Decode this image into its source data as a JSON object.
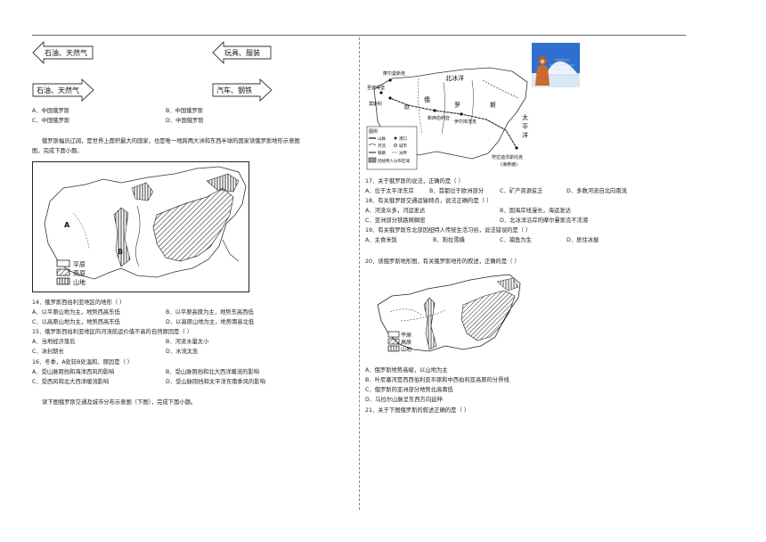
{
  "left": {
    "arrows": {
      "a1": "石油、天然气",
      "a2": "玩具、服装",
      "a3": "石油、天然气",
      "a4": "汽车、钢铁"
    },
    "q13_options": {
      "A": "A．中国俄罗斯",
      "B": "B．中国俄罗斯",
      "C": "C．中国俄罗斯",
      "D": "D．中国俄罗斯"
    },
    "intro1": {
      "line1": "俄罗斯幅员辽阔，是世界上面积最大的国家，也是唯一地跨两大洲和东西半球的国家读俄罗斯地形示意图",
      "line2": "图，完成下面小题。"
    },
    "map1": {
      "label_a": "A",
      "label_b": "B",
      "legend": [
        "平原",
        "高原",
        "山地"
      ]
    },
    "q14": {
      "stem": "14．俄罗斯西伯利亚地区的地形（          ）",
      "A": "A．以平原山地为主，地势西高东低",
      "B": "B．以平原高原为主，地势东高西低",
      "C": "C．以高原山地为主，地势西高东低",
      "D": "D．以高原山地为主，地势南高北低"
    },
    "q15": {
      "stem": "15．俄罗斯西伯利亚地区的河流航运价值不高的自然原因是（          ）",
      "A": "A．当地经济落后",
      "B": "B．河流水量太小",
      "C": "C．冰封期长",
      "D": "D．水流太急"
    },
    "q16": {
      "stem": "16．冬季，A处较B处温和，原因是（          ）",
      "A": "A．受山脉阻挡和海洋西风的影响",
      "B": "B．受山脉阻挡和北大西洋暖流的影响",
      "C": "C．受西风和北大西洋暖流影响",
      "D": "D．受山脉阻挡和太平洋东南季风的影响"
    },
    "intro2": "读下图俄罗斯交通及城市分布示意图（下图），完成下面小题。"
  },
  "right": {
    "map2": {
      "murmansk": "摩尔曼斯克",
      "petersburg": "圣彼得堡",
      "moscow": "莫斯科",
      "novosibirsk": "新西伯利亚",
      "irkutsk": "伊尔库茨克",
      "vladivostok": "符拉迪沃斯托克",
      "vladivostok_note": "(海参崴)",
      "sea": "北冰洋",
      "ocean": [
        "太",
        "平",
        "洋"
      ],
      "eurasia": "欧",
      "russia": [
        "俄",
        "罗",
        "斯"
      ],
      "legend_title": "图例",
      "legend": [
        "山脉",
        "港口",
        "河流",
        "城市",
        "铁路",
        "洲界",
        "因纽特人分布区域"
      ]
    },
    "q17": {
      "stem": "17．关于俄罗斯的说法，正确的是（          ）",
      "A": "A．位于太平洋东岸",
      "B": "B．首都位于欧洲部分",
      "C": "C．矿产资源贫乏",
      "D": "D．多数河流自北向南流"
    },
    "q18": {
      "stem": "18．有关俄罗斯交通运输特点，说法正确的是（          ）",
      "A": "A．河流众多，河运发达",
      "B": "B．国海岸线漫长，海运发达",
      "C": "C．亚洲部分铁路网稠密",
      "D": "D．北冰洋沿岸的摩尔曼斯克不冻港"
    },
    "q19": {
      "stem": "19．有关俄罗斯东北部因纽特人传统生活习俗，说法错误的是（          ）",
      "A": "A．主食米饭",
      "B": "B．狗拉雪橇",
      "C": "C．捕鱼为生",
      "D": "D．居住冰屋"
    },
    "q20": {
      "stem": "20．读俄罗斯地形图，有关俄罗斯地形的叙述，正确的是（          ）",
      "legend": [
        "平原",
        "高原",
        "山地"
      ],
      "A": "A．俄罗斯地势高峻，以山地为主",
      "B": "B．叶尼塞河是西西伯利亚平原和中西伯利亚高原的分界线",
      "C": "C．俄罗斯的亚洲部分地势北高南低",
      "D": "D．乌拉尔山脉呈东西方向延伸"
    },
    "q21": {
      "stem": "21．关于下图俄罗斯的叙述正确的是（          ）"
    }
  }
}
